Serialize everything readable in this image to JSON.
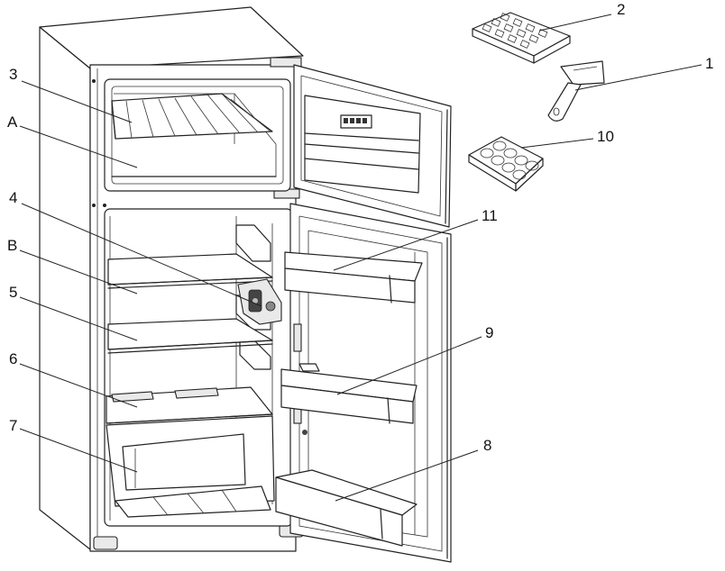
{
  "callouts": {
    "c1": "1",
    "c2": "2",
    "c3": "3",
    "cA": "A",
    "c4": "4",
    "cB": "B",
    "c5": "5",
    "c6": "6",
    "c7": "7",
    "c8": "8",
    "c9": "9",
    "c10": "10",
    "c11": "11"
  }
}
